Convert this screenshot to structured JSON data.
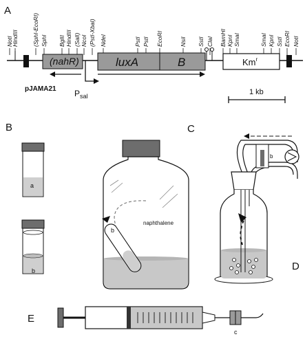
{
  "panels": {
    "A": "A",
    "B": "B",
    "C": "C",
    "D": "D",
    "E": "E"
  },
  "plasmid": {
    "name": "pJAMA21",
    "promoter": "P",
    "promoter_sub": "sal",
    "scale": "1 kb"
  },
  "genes": {
    "nahR": "(nahR)",
    "luxA": "luxA",
    "B": "B",
    "kmr": "Km",
    "kmr_sup": "r"
  },
  "sites": [
    "NotI",
    "HindIII",
    "(SphI-EcoRI)",
    "SphI",
    "BglII",
    "HindIII",
    "(SalI)",
    "NcoI",
    "(PstI-XbaI)",
    "NdeI",
    "PstI",
    "PstI",
    "EcoRI",
    "NsiI",
    "SstI",
    "ClaI",
    "BamHI",
    "KpnI",
    "SmaI",
    "SmaI",
    "KpnI",
    "SstI",
    "EcoRI",
    "NotI"
  ],
  "labels": {
    "vial_a": "a",
    "vial_b": "b",
    "tube_b": "b",
    "naphthalene": "naphthalene",
    "pump_b": "b",
    "syringe_c": "c"
  },
  "colors": {
    "gene_fill": "#9a9a9a",
    "liquid": "#c8c8c8",
    "liquid_dark": "#bdbdbd",
    "cap": "#6d6d6d",
    "ink": "#111111"
  }
}
